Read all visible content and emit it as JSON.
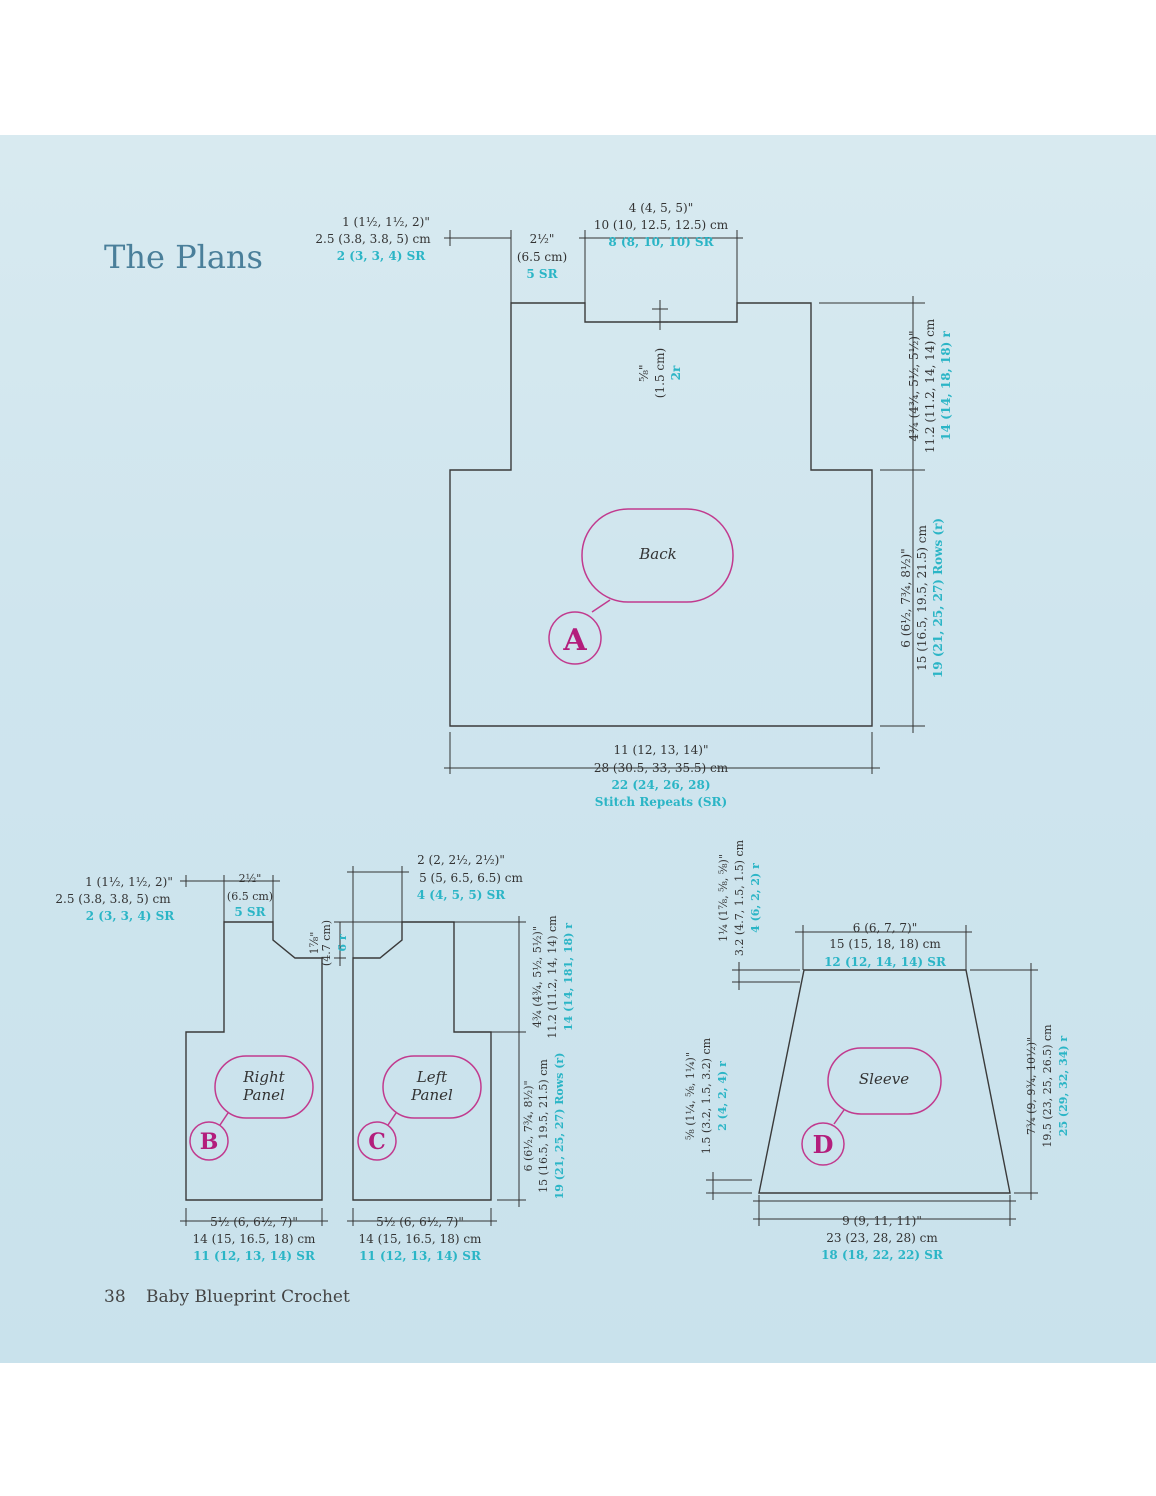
{
  "title": "The Plans",
  "footer": {
    "page_number": "38",
    "book_title": "Baby Blueprint Crochet"
  },
  "back": {
    "label": "Back",
    "letter": "A",
    "shoulder_width": [
      "1 (1½, 1½, 2)\"",
      "2.5 (3.8, 3.8, 5) cm",
      "2 (3, 3, 4) SR"
    ],
    "shoulder_step": [
      "2½\"",
      "(6.5 cm)",
      "5 SR"
    ],
    "neck_width": [
      "4 (4, 5, 5)\"",
      "10 (10, 12.5, 12.5) cm",
      "8 (8, 10, 10) SR"
    ],
    "neck_depth": [
      "⅝\"",
      "(1.5 cm)",
      "2r"
    ],
    "armhole_height": [
      "4¾ (4¾, 5½, 5½)\"",
      "11.2 (11.2, 14, 14) cm",
      "14 (14, 18, 18) r"
    ],
    "body_height": [
      "6 (6½, 7¾, 8½)\"",
      "15 (16.5, 19.5, 21.5) cm",
      "19 (21, 25, 27) Rows (r)"
    ],
    "width": [
      "11 (12, 13, 14)\"",
      "28 (30.5, 33, 35.5) cm",
      "22 (24, 26, 28)",
      "Stitch Repeats (SR)"
    ]
  },
  "right_panel": {
    "label_line1": "Right",
    "label_line2": "Panel",
    "letter": "B",
    "shoulder_width": [
      "1 (1½, 1½, 2)\"",
      "2.5 (3.8, 3.8, 5) cm",
      "2 (3, 3, 4) SR"
    ],
    "shoulder_step": [
      "2½\"",
      "(6.5 cm)",
      "5 SR"
    ],
    "neck_depth": [
      "1⅞\"",
      "(4.7 cm)",
      "6 r"
    ],
    "width": [
      "5½ (6, 6½, 7)\"",
      "14 (15, 16.5, 18) cm",
      "11 (12, 13, 14) SR"
    ]
  },
  "left_panel": {
    "label_line1": "Left",
    "label_line2": "Panel",
    "letter": "C",
    "neck_width": [
      "2 (2, 2½, 2½)\"",
      "5 (5, 6.5, 6.5) cm",
      "4 (4, 5, 5) SR"
    ],
    "armhole_height": [
      "4¾ (4¾, 5½, 5½)\"",
      "11.2 (11.2, 14, 14) cm",
      "14 (14, 181, 18) r"
    ],
    "body_height": [
      "6 (6½, 7¾, 8½)\"",
      "15 (16.5, 19.5, 21.5) cm",
      "19 (21, 25, 27) Rows (r)"
    ],
    "width": [
      "5½ (6, 6½, 7)\"",
      "14 (15, 16.5, 18) cm",
      "11 (12, 13, 14) SR"
    ]
  },
  "sleeve": {
    "label": "Sleeve",
    "letter": "D",
    "top_width": [
      "6 (6, 7, 7)\"",
      "15 (15, 18, 18) cm",
      "12 (12, 14, 14) SR"
    ],
    "top_edge": [
      "1¼ (1⅞, ⅝, ⅝)\"",
      "3.2 (4.7, 1.5, 1.5) cm",
      "4 (6, 2, 2) r"
    ],
    "bottom_edge": [
      "⅝ (1¼, ⅝, 1¼)\"",
      "1.5 (3.2, 1.5, 3.2) cm",
      "2 (4, 2, 4) r"
    ],
    "height": [
      "7¾ (9, 9¾, 10½)\"",
      "19.5 (23, 25, 26.5) cm",
      "25 (29, 32, 34) r"
    ],
    "bottom_width": [
      "9 (9, 11, 11)\"",
      "23 (23, 28, 28) cm",
      "18 (18, 22, 22) SR"
    ]
  }
}
